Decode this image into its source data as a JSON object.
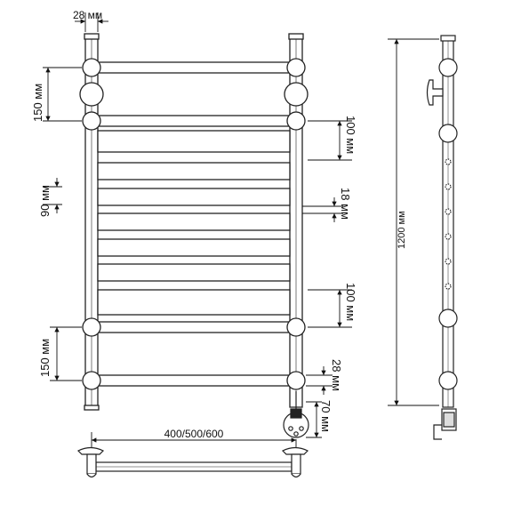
{
  "dimensions": {
    "pipe_diameter": "28 мм",
    "top_spacing": "150 мм",
    "bottom_spacing": "150 мм",
    "shelf_gap_top": "100 мм",
    "shelf_gap_bottom": "100 мм",
    "bar_spacing": "90 мм",
    "bar_height": "18 мм",
    "side_pipe": "28 мм",
    "connection": "70 мм",
    "width_options": "400/500/600",
    "total_height": "1200 мм"
  },
  "colors": {
    "stroke": "#222222",
    "fill": "#ffffff"
  }
}
